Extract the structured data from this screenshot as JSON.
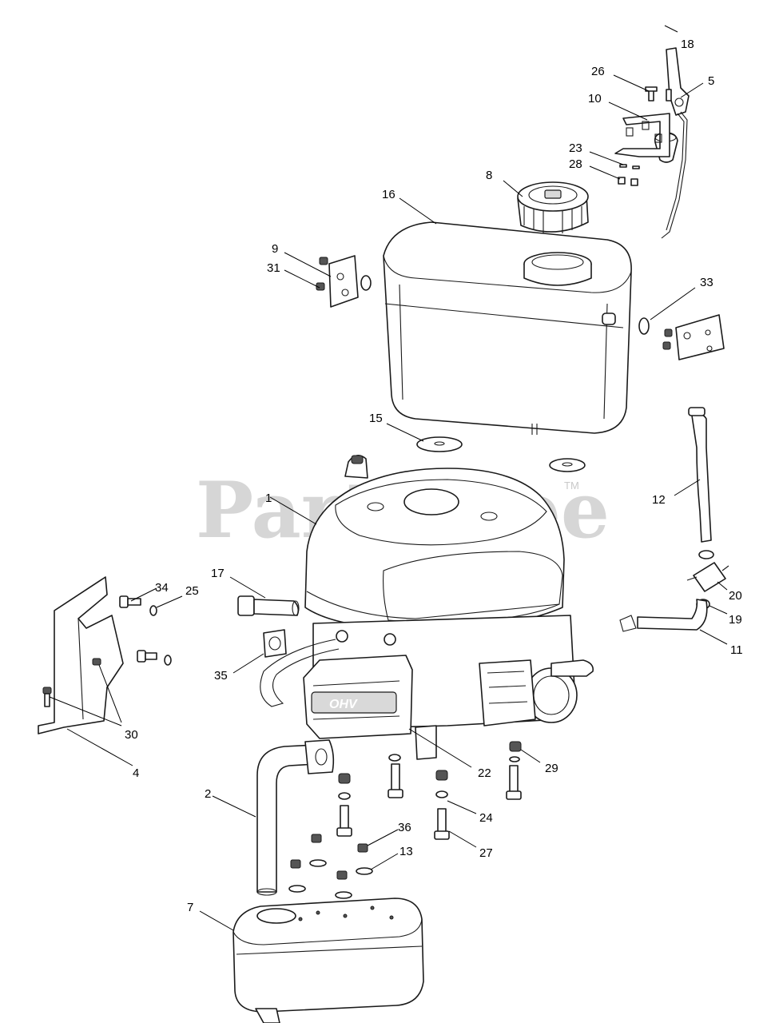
{
  "watermark": {
    "text": "PartsTree",
    "trademark": "TM"
  },
  "engine_label": "OHV",
  "callouts": [
    {
      "id": "c1",
      "label": "1"
    },
    {
      "id": "c2",
      "label": "2"
    },
    {
      "id": "c4",
      "label": "4"
    },
    {
      "id": "c5",
      "label": "5"
    },
    {
      "id": "c7",
      "label": "7"
    },
    {
      "id": "c8",
      "label": "8"
    },
    {
      "id": "c9",
      "label": "9"
    },
    {
      "id": "c10",
      "label": "10"
    },
    {
      "id": "c11",
      "label": "11"
    },
    {
      "id": "c12",
      "label": "12"
    },
    {
      "id": "c13",
      "label": "13"
    },
    {
      "id": "c15",
      "label": "15"
    },
    {
      "id": "c16",
      "label": "16"
    },
    {
      "id": "c17",
      "label": "17"
    },
    {
      "id": "c18",
      "label": "18"
    },
    {
      "id": "c19",
      "label": "19"
    },
    {
      "id": "c20",
      "label": "20"
    },
    {
      "id": "c22",
      "label": "22"
    },
    {
      "id": "c23",
      "label": "23"
    },
    {
      "id": "c24",
      "label": "24"
    },
    {
      "id": "c25",
      "label": "25"
    },
    {
      "id": "c26",
      "label": "26"
    },
    {
      "id": "c27",
      "label": "27"
    },
    {
      "id": "c28",
      "label": "28"
    },
    {
      "id": "c29",
      "label": "29"
    },
    {
      "id": "c30",
      "label": "30"
    },
    {
      "id": "c31",
      "label": "31"
    },
    {
      "id": "c33",
      "label": "33"
    },
    {
      "id": "c34",
      "label": "34"
    },
    {
      "id": "c35",
      "label": "35"
    },
    {
      "id": "c36",
      "label": "36"
    }
  ]
}
